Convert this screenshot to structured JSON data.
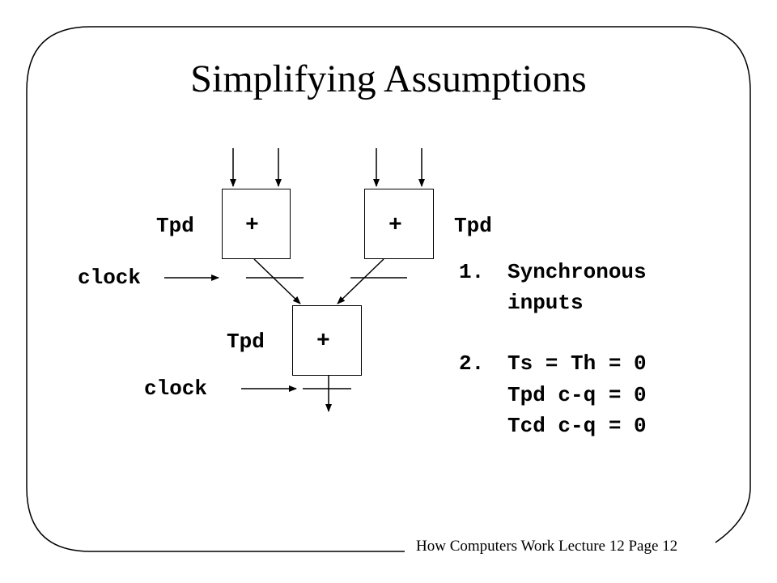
{
  "slide": {
    "title": "Simplifying Assumptions",
    "footer": "How Computers Work Lecture 12 Page 12"
  },
  "diagram": {
    "adder_left": {
      "symbol": "+",
      "delay_label": "Tpd"
    },
    "adder_right": {
      "symbol": "+",
      "delay_label": "Tpd"
    },
    "adder_bottom": {
      "symbol": "+",
      "delay_label": "Tpd"
    },
    "clock_top": "clock",
    "clock_bottom": "clock"
  },
  "assumptions": [
    {
      "number": "1.",
      "lines": [
        "Synchronous",
        "inputs"
      ]
    },
    {
      "number": "2.",
      "lines": [
        "Ts = Th = 0",
        "Tpd c-q = 0",
        "Tcd c-q = 0"
      ]
    }
  ]
}
